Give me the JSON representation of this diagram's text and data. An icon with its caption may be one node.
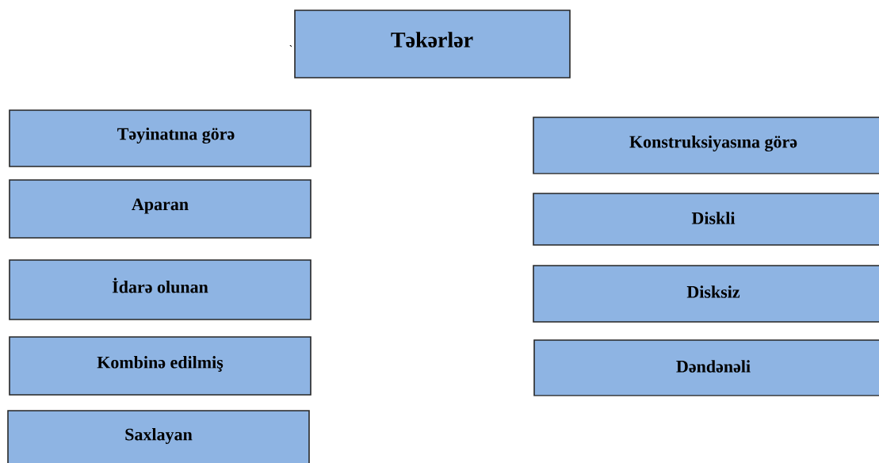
{
  "diagram": {
    "nodes": [
      {
        "text": [
          "Təkərlər"
        ]
      },
      {
        "text": [
          "Təyinatına görə"
        ]
      },
      {
        "text": [
          "Aparan"
        ]
      },
      {
        "text": [
          "İdarə olunan"
        ]
      },
      {
        "text": [
          "Kombinə edilmiş"
        ]
      },
      {
        "text": [
          "Saxlayan"
        ]
      },
      {
        "text": [
          "Konstruksiyasına görə"
        ]
      },
      {
        "text": [
          "Diskli"
        ]
      },
      {
        "text": [
          "Disksiz"
        ]
      },
      {
        "text": [
          "Dəndənəli"
        ]
      }
    ],
    "labels": [
      "`"
    ]
  }
}
